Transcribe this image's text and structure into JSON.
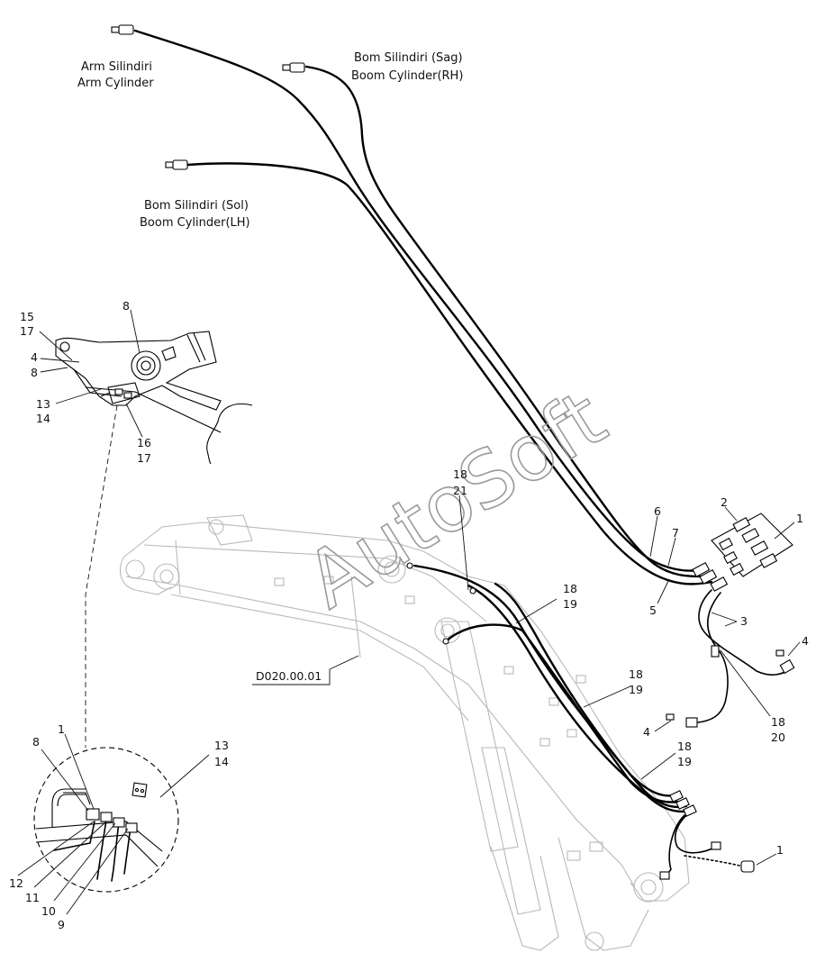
{
  "watermark": "AutoSoft",
  "labels": {
    "arm_cylinder_tr": "Arm Silindiri",
    "arm_cylinder_en": "Arm Cylinder",
    "boom_rh_tr": "Bom Silindiri (Sag)",
    "boom_rh_en": "Boom Cylinder(RH)",
    "boom_lh_tr": "Bom Silindiri (Sol)",
    "boom_lh_en": "Boom Cylinder(LH)",
    "boom_ref": "D020.00.01"
  },
  "callouts": {
    "detail_top": {
      "c15": "15",
      "c17a": "17",
      "c8a": "8",
      "c4": "4",
      "c8b": "8",
      "c13": "13",
      "c14": "14",
      "c16": "16",
      "c17b": "17"
    },
    "main": {
      "c18a": "18",
      "c21": "21",
      "c6": "6",
      "c7": "7",
      "c5": "5",
      "c2": "2",
      "c1a": "1",
      "c3": "3",
      "c4a": "4",
      "c18b": "18",
      "c20": "20",
      "c4b": "4",
      "c18c": "18",
      "c19c": "19",
      "c18d": "18",
      "c19d": "19",
      "c18e": "18",
      "c19e": "19",
      "c1b": "1"
    },
    "detail_bottom": {
      "c8": "8",
      "c1": "1",
      "c13": "13",
      "c14": "14",
      "c12": "12",
      "c11": "11",
      "c10": "10",
      "c9": "9"
    }
  }
}
